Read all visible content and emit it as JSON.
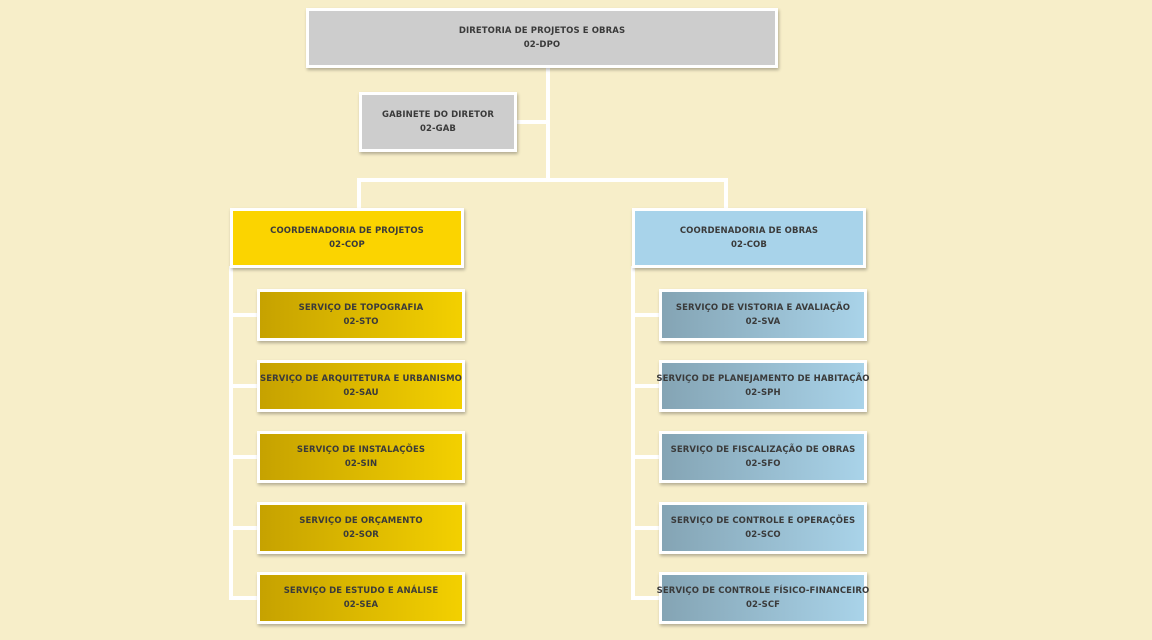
{
  "org": {
    "director": {
      "name": "DIRETORIA DE PROJETOS E OBRAS",
      "code": "02-DPO"
    },
    "cabinet": {
      "name": "GABINETE DO DIRETOR",
      "code": "02-GAB"
    },
    "projects": {
      "name": "COORDENADORIA DE PROJETOS",
      "code": "02-COP",
      "services": [
        {
          "name": "SERVIÇO DE TOPOGRAFIA",
          "code": "02-STO"
        },
        {
          "name": "SERVIÇO DE ARQUITETURA E URBANISMO",
          "code": "02-SAU"
        },
        {
          "name": "SERVIÇO DE INSTALAÇÕES",
          "code": "02-SIN"
        },
        {
          "name": "SERVIÇO DE ORÇAMENTO",
          "code": "02-SOR"
        },
        {
          "name": "SERVIÇO DE ESTUDO E ANÁLISE",
          "code": "02-SEA"
        }
      ]
    },
    "works": {
      "name": "COORDENADORIA DE OBRAS",
      "code": "02-COB",
      "services": [
        {
          "name": "SERVIÇO DE VISTORIA E AVALIAÇÃO",
          "code": "02-SVA"
        },
        {
          "name": "SERVIÇO DE PLANEJAMENTO DE HABITAÇÃO",
          "code": "02-SPH"
        },
        {
          "name": "SERVIÇO DE FISCALIZAÇÃO DE OBRAS",
          "code": "02-SFO"
        },
        {
          "name": "SERVIÇO DE CONTROLE E OPERAÇÕES",
          "code": "02-SCO"
        },
        {
          "name": "SERVIÇO DE CONTROLE FÍSICO-FINANCEIRO",
          "code": "02-SCF"
        }
      ]
    }
  },
  "colors": {
    "background": "#f7eec9",
    "director_fill": "#cdcdcd",
    "projects_fill": "#fbd400",
    "works_fill": "#a8d3ea",
    "projects_service_from": "#c6a200",
    "projects_service_to": "#f3d000",
    "works_service_from": "#84a4b4",
    "works_service_to": "#a9d3e9",
    "connector": "#ffffff"
  }
}
